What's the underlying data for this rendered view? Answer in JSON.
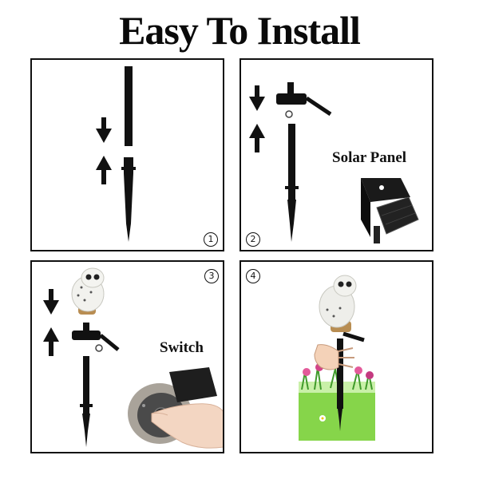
{
  "title": "Easy To Install",
  "steps": [
    {
      "number": "1"
    },
    {
      "number": "2",
      "label": "Solar Panel"
    },
    {
      "number": "3",
      "label": "Switch"
    },
    {
      "number": "4"
    }
  ],
  "icons": [
    "arrow-down-icon",
    "arrow-up-icon",
    "stake-icon",
    "solar-panel-icon",
    "owl-icon",
    "hand-icon",
    "grass-icon"
  ],
  "colors": {
    "frame": "#111111",
    "stake": "#111111",
    "grass": "#7bcf3f",
    "background": "#ffffff"
  }
}
